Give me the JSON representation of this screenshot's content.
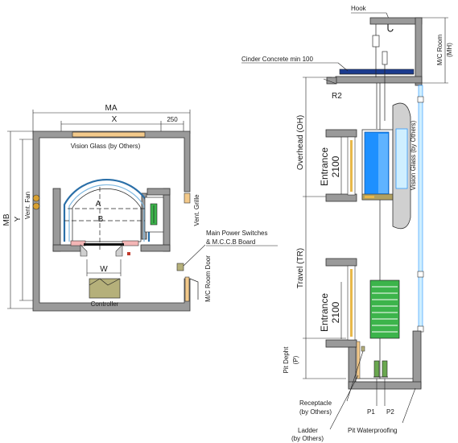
{
  "plan": {
    "dim_ma": "MA",
    "dim_x": "X",
    "dim_250": "250",
    "dim_mb": "MB",
    "dim_y": "Y",
    "label_vision_glass": "Vision Glass (by Others)",
    "label_vent_fan": "Vent. Fan",
    "label_vent_grille": "Vent. Grille",
    "label_a": "A",
    "label_b": "B",
    "label_w": "W",
    "label_controller": "Controller",
    "label_power_switch": "Main Power Switches",
    "label_mccb": "& M.C.C.B Board",
    "label_room_door": "M/C Room Door"
  },
  "section": {
    "label_hook": "Hook",
    "label_cinder": "Cinder Concrete min 100",
    "label_mc_room": "M/C Room",
    "label_mh": "(MH)",
    "label_r2": "R2",
    "label_overhead": "Overhead (OH)",
    "label_entrance_top": "Entrance",
    "label_2100_top": "2100",
    "label_vision_glass": "Vision Glass (by Others)",
    "label_travel": "Travel (TR)",
    "label_entrance_bottom": "Entrance",
    "label_2100_bottom": "2100",
    "label_pit_depth": "Pit Depht",
    "label_p": "(P)",
    "label_receptacle": "Receptacle",
    "label_receptacle_by": "(by Others)",
    "label_p1": "P1",
    "label_p2": "P2",
    "label_ladder": "Ladder",
    "label_ladder_by": "(by Others)",
    "label_pit_waterproofing": "Pit Waterproofing"
  },
  "colors": {
    "wall": "#9a9a9a",
    "glass_blue": "#1e90ff",
    "glass_light": "#cfefff",
    "counterweight_green": "#3cb44b",
    "cinder_blue": "#1a3a8f",
    "sill_yellow": "#e8b84a",
    "buffer_green": "#6aa84f",
    "door_pink": "#f4b6b6",
    "khaki": "#b5b07a"
  }
}
